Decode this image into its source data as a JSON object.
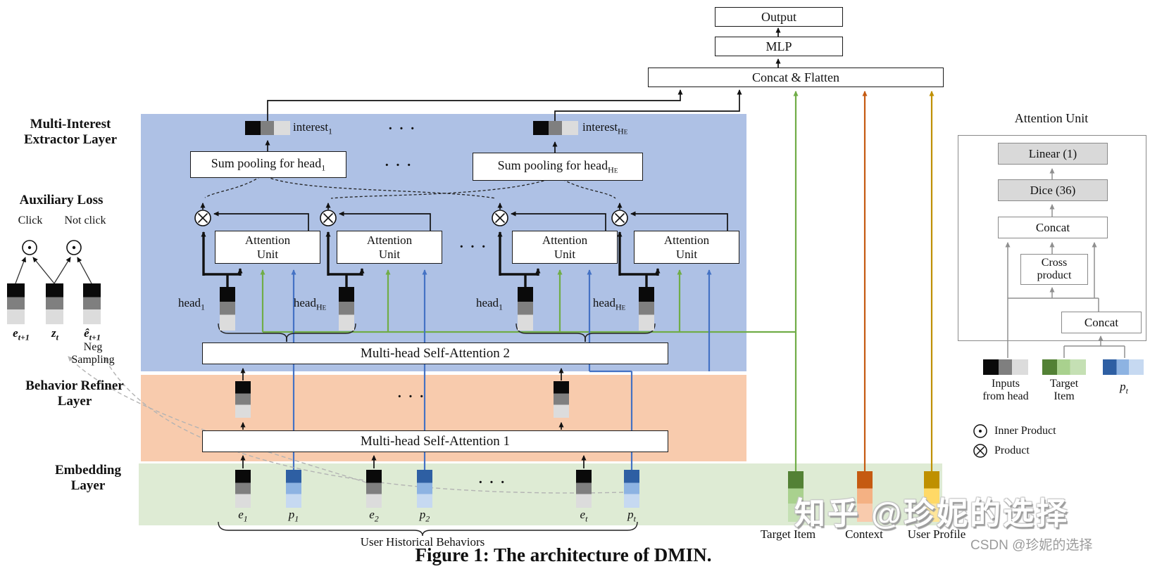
{
  "top": {
    "output": "Output",
    "mlp": "MLP",
    "concat_flatten": "Concat & Flatten"
  },
  "layer_labels": {
    "multi_interest": [
      "Multi-Interest",
      "Extractor Layer"
    ],
    "behavior_refiner": [
      "Behavior Refiner",
      "Layer"
    ],
    "embedding": [
      "Embedding",
      "Layer"
    ]
  },
  "aux": {
    "title": "Auxiliary Loss",
    "click": "Click",
    "not_click": "Not click",
    "e_next": {
      "base": "e",
      "sub": "t+1"
    },
    "z_t": {
      "base": "z",
      "sub": "t"
    },
    "e_hat": {
      "base": "ê",
      "sub": "t+1"
    },
    "neg_line1": "Neg",
    "neg_line2": "Sampling"
  },
  "interest_left": {
    "base": "interest",
    "sub": "1"
  },
  "interest_right": {
    "base": "interest",
    "sub": "H",
    "subsub": "E"
  },
  "sum_pool_left": {
    "base": "Sum pooling for head",
    "sub": "1"
  },
  "sum_pool_right": {
    "base": "Sum pooling for head",
    "sub": "H",
    "subsub": "E"
  },
  "attention_unit": {
    "line1": "Attention",
    "line2": "Unit"
  },
  "head_1": {
    "base": "head",
    "sub": "1"
  },
  "head_he": {
    "base": "head",
    "sub": "H",
    "subsub": "E"
  },
  "msa2": "Multi-head Self-Attention 2",
  "msa1": "Multi-head Self-Attention 1",
  "embed": {
    "e1": {
      "base": "e",
      "sub": "1"
    },
    "p1": {
      "base": "p",
      "sub": "1"
    },
    "e2": {
      "base": "e",
      "sub": "2"
    },
    "p2": {
      "base": "p",
      "sub": "2"
    },
    "et": {
      "base": "e",
      "sub": "t"
    },
    "pt": {
      "base": "p",
      "sub": "t"
    }
  },
  "bottom": {
    "user_historical": "User Historical Behaviors",
    "target_item": "Target Item",
    "context": "Context",
    "user_profile": "User Profile"
  },
  "caption": "Figure 1: The architecture of DMIN.",
  "panel": {
    "title": "Attention Unit",
    "linear": "Linear (1)",
    "dice": "Dice (36)",
    "concat_top": "Concat",
    "cross_line1": "Cross",
    "cross_line2": "product",
    "concat_bottom": "Concat",
    "legend_inputs": [
      "Inputs",
      "from head"
    ],
    "legend_target": [
      "Target",
      "Item"
    ],
    "legend_pt": {
      "base": "p",
      "sub": "t"
    },
    "inner_product": "Inner Product",
    "product": "Product"
  },
  "watermark": {
    "zhihu": "知乎 @珍妮的选择",
    "csdn": "CSDN @珍妮的选择"
  },
  "ellipsis": "· · ·",
  "colors": {
    "region_blue": "#aec1e5",
    "region_orange": "#f8cbad",
    "region_green": "#deebd4",
    "line_green": "#70ad47",
    "line_blue": "#4472c4",
    "line_orange": "#c55a11",
    "line_yellow": "#bf9000",
    "gray_box": "#d9d9d9"
  }
}
